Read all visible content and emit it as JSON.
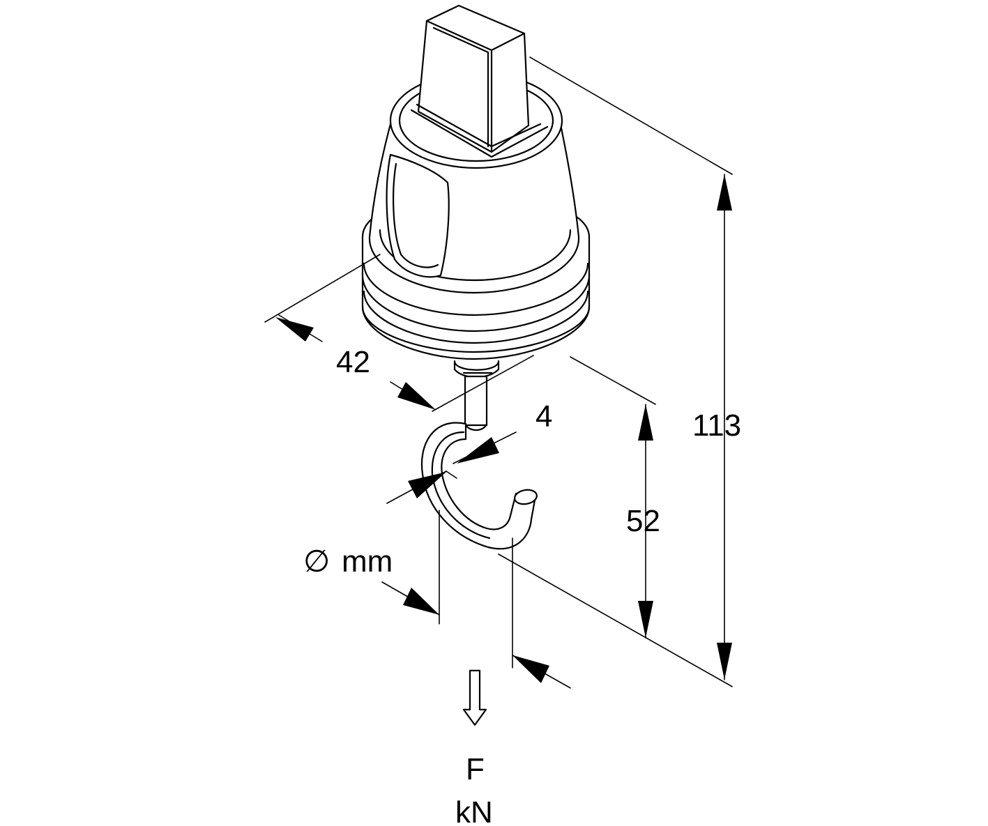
{
  "dimensions": {
    "width_label": "42",
    "wire_label": "4",
    "hook_height_label": "52",
    "total_height_label": "113"
  },
  "wire_diameter": {
    "symbol": "∅",
    "unit": "mm"
  },
  "load": {
    "symbol": "F",
    "unit": "kN"
  },
  "icons": {
    "load_arrow": "down-arrow-icon"
  }
}
